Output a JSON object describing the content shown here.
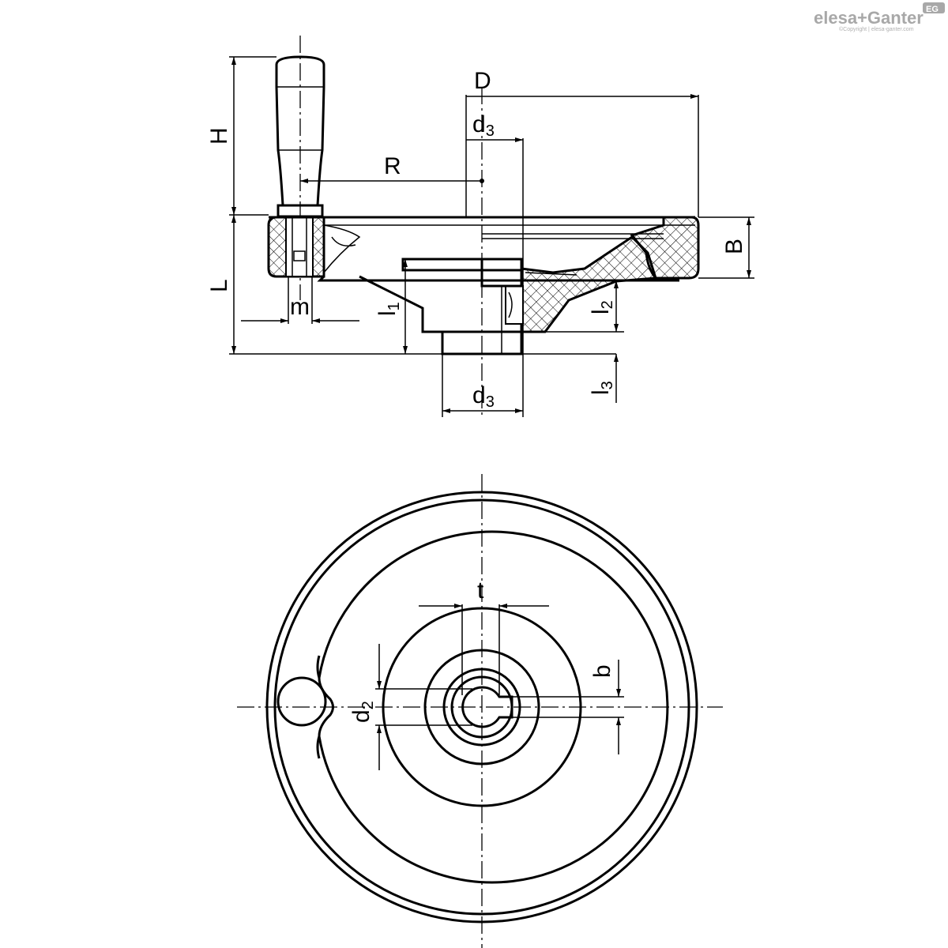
{
  "logo": {
    "brand": "elesa+Ganter",
    "badge": "EG",
    "copyright": "©Copyright | elesa-ganter.com"
  },
  "labels": {
    "D": "D",
    "d3_top": {
      "base": "d",
      "sub": "3"
    },
    "R": "R",
    "H": "H",
    "L": "L",
    "B": "B",
    "m": "m",
    "l1": {
      "base": "l",
      "sub": "1"
    },
    "l2": {
      "base": "l",
      "sub": "2"
    },
    "l3": {
      "base": "l",
      "sub": "3"
    },
    "d3_bottom": {
      "base": "d",
      "sub": "3"
    },
    "t": "t",
    "b": "b",
    "d2": {
      "base": "d",
      "sub": "2"
    }
  },
  "colors": {
    "line": "#000000",
    "logo": "#a8a8a8"
  }
}
